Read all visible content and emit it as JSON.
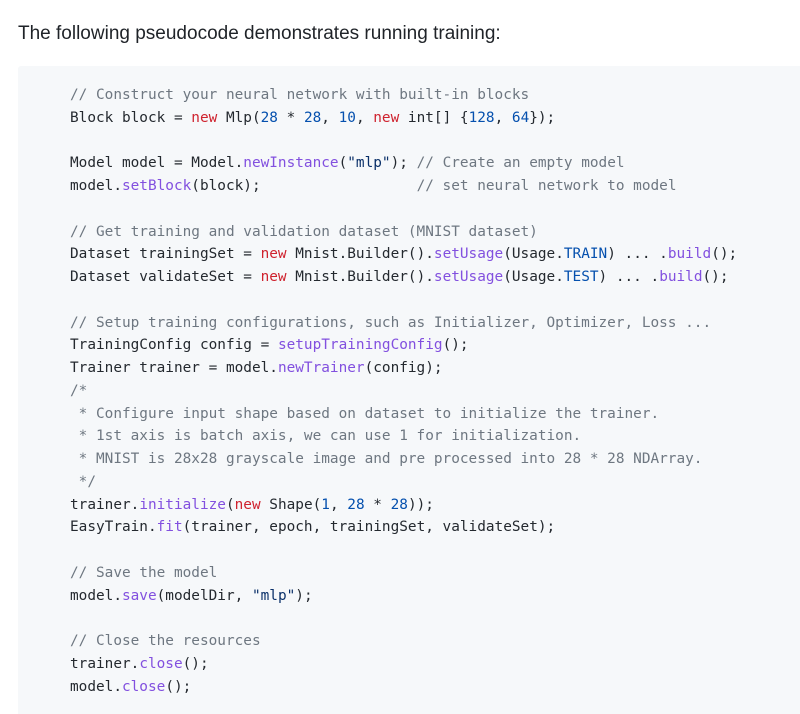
{
  "intro_text": "The following pseudocode demonstrates running training:",
  "colors": {
    "comment": "#6e7781",
    "keyword": "#cf222e",
    "number": "#0550ae",
    "string": "#0a3069",
    "method": "#8250df",
    "constant": "#0550ae",
    "plain": "#24292f",
    "block_background": "#f6f8fa"
  },
  "code_lines": [
    [
      [
        "comment",
        "// Construct your neural network with built-in blocks"
      ]
    ],
    [
      [
        "plain",
        "Block block = "
      ],
      [
        "keyword",
        "new"
      ],
      [
        "plain",
        " Mlp("
      ],
      [
        "number",
        "28"
      ],
      [
        "plain",
        " * "
      ],
      [
        "number",
        "28"
      ],
      [
        "plain",
        ", "
      ],
      [
        "number",
        "10"
      ],
      [
        "plain",
        ", "
      ],
      [
        "keyword",
        "new"
      ],
      [
        "plain",
        " int[] {"
      ],
      [
        "number",
        "128"
      ],
      [
        "plain",
        ", "
      ],
      [
        "number",
        "64"
      ],
      [
        "plain",
        "});"
      ]
    ],
    [],
    [
      [
        "plain",
        "Model model = Model."
      ],
      [
        "method",
        "newInstance"
      ],
      [
        "plain",
        "("
      ],
      [
        "string",
        "\"mlp\""
      ],
      [
        "plain",
        "); "
      ],
      [
        "comment",
        "// Create an empty model"
      ]
    ],
    [
      [
        "plain",
        "model."
      ],
      [
        "method",
        "setBlock"
      ],
      [
        "plain",
        "(block);                  "
      ],
      [
        "comment",
        "// set neural network to model"
      ]
    ],
    [],
    [
      [
        "comment",
        "// Get training and validation dataset (MNIST dataset)"
      ]
    ],
    [
      [
        "plain",
        "Dataset trainingSet = "
      ],
      [
        "keyword",
        "new"
      ],
      [
        "plain",
        " Mnist.Builder()."
      ],
      [
        "method",
        "setUsage"
      ],
      [
        "plain",
        "(Usage."
      ],
      [
        "constant",
        "TRAIN"
      ],
      [
        "plain",
        ") ... ."
      ],
      [
        "method",
        "build"
      ],
      [
        "plain",
        "();"
      ]
    ],
    [
      [
        "plain",
        "Dataset validateSet = "
      ],
      [
        "keyword",
        "new"
      ],
      [
        "plain",
        " Mnist.Builder()."
      ],
      [
        "method",
        "setUsage"
      ],
      [
        "plain",
        "(Usage."
      ],
      [
        "constant",
        "TEST"
      ],
      [
        "plain",
        ") ... ."
      ],
      [
        "method",
        "build"
      ],
      [
        "plain",
        "();"
      ]
    ],
    [],
    [
      [
        "comment",
        "// Setup training configurations, such as Initializer, Optimizer, Loss ..."
      ]
    ],
    [
      [
        "plain",
        "TrainingConfig config = "
      ],
      [
        "method",
        "setupTrainingConfig"
      ],
      [
        "plain",
        "();"
      ]
    ],
    [
      [
        "plain",
        "Trainer trainer = model."
      ],
      [
        "method",
        "newTrainer"
      ],
      [
        "plain",
        "(config);"
      ]
    ],
    [
      [
        "comment",
        "/*"
      ]
    ],
    [
      [
        "comment",
        " * Configure input shape based on dataset to initialize the trainer."
      ]
    ],
    [
      [
        "comment",
        " * 1st axis is batch axis, we can use 1 for initialization."
      ]
    ],
    [
      [
        "comment",
        " * MNIST is 28x28 grayscale image and pre processed into 28 * 28 NDArray."
      ]
    ],
    [
      [
        "comment",
        " */"
      ]
    ],
    [
      [
        "plain",
        "trainer."
      ],
      [
        "method",
        "initialize"
      ],
      [
        "plain",
        "("
      ],
      [
        "keyword",
        "new"
      ],
      [
        "plain",
        " Shape("
      ],
      [
        "number",
        "1"
      ],
      [
        "plain",
        ", "
      ],
      [
        "number",
        "28"
      ],
      [
        "plain",
        " * "
      ],
      [
        "number",
        "28"
      ],
      [
        "plain",
        "));"
      ]
    ],
    [
      [
        "plain",
        "EasyTrain."
      ],
      [
        "method",
        "fit"
      ],
      [
        "plain",
        "(trainer, epoch, trainingSet, validateSet);"
      ]
    ],
    [],
    [
      [
        "comment",
        "// Save the model"
      ]
    ],
    [
      [
        "plain",
        "model."
      ],
      [
        "method",
        "save"
      ],
      [
        "plain",
        "(modelDir, "
      ],
      [
        "string",
        "\"mlp\""
      ],
      [
        "plain",
        ");"
      ]
    ],
    [],
    [
      [
        "comment",
        "// Close the resources"
      ]
    ],
    [
      [
        "plain",
        "trainer."
      ],
      [
        "method",
        "close"
      ],
      [
        "plain",
        "();"
      ]
    ],
    [
      [
        "plain",
        "model."
      ],
      [
        "method",
        "close"
      ],
      [
        "plain",
        "();"
      ]
    ]
  ]
}
